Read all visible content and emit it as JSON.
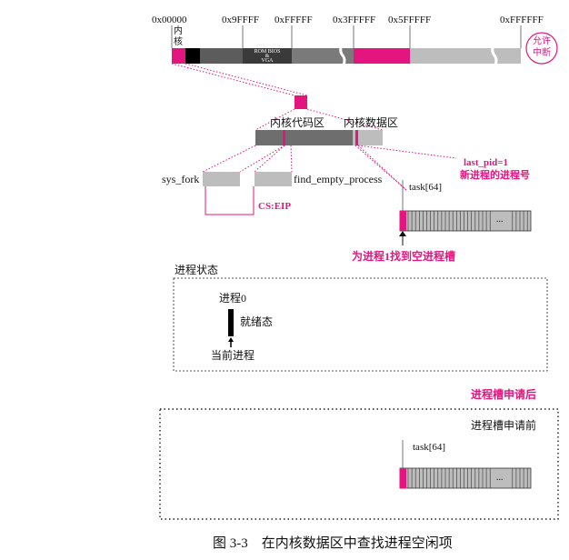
{
  "colors": {
    "accent": "#e4157e",
    "dark": "#5c5c5c",
    "mid": "#7a7a7a",
    "light": "#bdbdbd",
    "black": "#000000"
  },
  "memory_bar": {
    "addresses": [
      "0x00000",
      "0x9FFFF",
      "0xFFFFF",
      "0x3FFFFF",
      "0x5FFFFF",
      "0xFFFFFF"
    ],
    "kernel_label": "内核",
    "rom_label_1": "ROM BIOS",
    "rom_label_2": "&",
    "rom_label_3": "VGA",
    "interrupt_badge": [
      "允许",
      "中断"
    ]
  },
  "kernel_region": {
    "code_label": "内核代码区",
    "data_label": "内核数据区"
  },
  "functions": {
    "sys_fork": "sys_fork",
    "find_empty_process": "find_empty_process",
    "cs_eip": "CS:EIP"
  },
  "last_pid": {
    "line1": "last_pid=1",
    "line2": "新进程的进程号"
  },
  "task_top": {
    "label": "task[64]",
    "ellipsis": "...",
    "note": "为进程1找到空进程槽"
  },
  "process_state": {
    "title": "进程状态",
    "process_label": "进程0",
    "state_label": "就绪态",
    "current_label": "当前进程"
  },
  "slot_panel": {
    "after_label": "进程槽申请后",
    "before_label": "进程槽申请前",
    "task_label": "task[64]",
    "ellipsis": "..."
  },
  "caption": "图 3-3　在内核数据区中查找进程空闲项"
}
